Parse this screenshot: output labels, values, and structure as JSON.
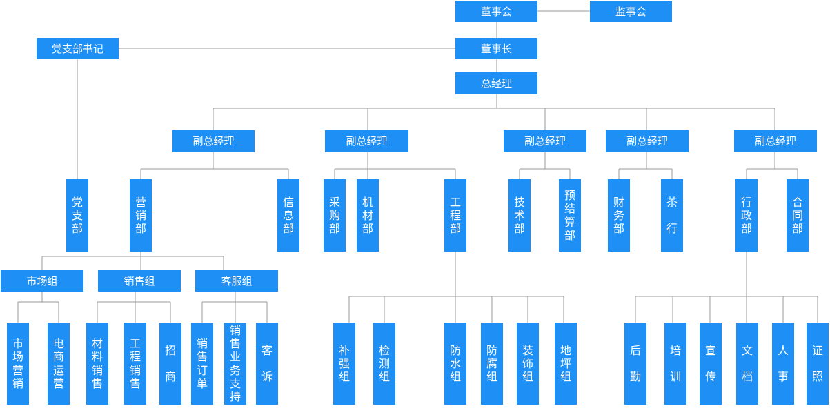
{
  "diagram": {
    "nodes": {
      "board": "董事会",
      "supervisors": "监事会",
      "chairman": "董事长",
      "party_secretary": "党支部书记",
      "gm": "总经理",
      "vp1": "副总经理",
      "vp2": "副总经理",
      "vp3": "副总经理",
      "vp4": "副总经理",
      "vp5": "副总经理",
      "party_branch": "党\n支\n部",
      "marketing": "营\n销\n部",
      "info": "信\n息\n部",
      "purchasing": "采\n购\n部",
      "equipment": "机\n材\n部",
      "engineering": "工\n程\n部",
      "technology": "技\n术\n部",
      "budget": "预\n结\n算\n部",
      "finance": "财\n务\n部",
      "tea": "茶\n\n行",
      "admin": "行\n政\n部",
      "contract": "合\n同\n部",
      "market_group": "市场组",
      "sales_group": "销售组",
      "service_group": "客服组",
      "market_marketing": "市\n场\n营\n销",
      "ecommerce": "电\n商\n运\n营",
      "material_sales": "材\n料\n销\n售",
      "project_sales": "工\n程\n销\n售",
      "recruit": "招\n\n商",
      "sales_order": "销\n售\n订\n单",
      "sales_support": "销\n售\n业\n务\n支\n持",
      "complaints": "客\n\n诉",
      "reinforce": "补\n强\n组",
      "inspection": "检\n测\n组",
      "waterproof": "防\n水\n组",
      "anticorrosion": "防\n腐\n组",
      "decoration": "装\n饰\n组",
      "floor": "地\n坪\n组",
      "logistics": "后\n\n勤",
      "training": "培\n\n训",
      "publicity": "宣\n\n传",
      "archives": "文\n\n档",
      "hr": "人\n\n事",
      "certificates": "证\n\n照"
    }
  }
}
